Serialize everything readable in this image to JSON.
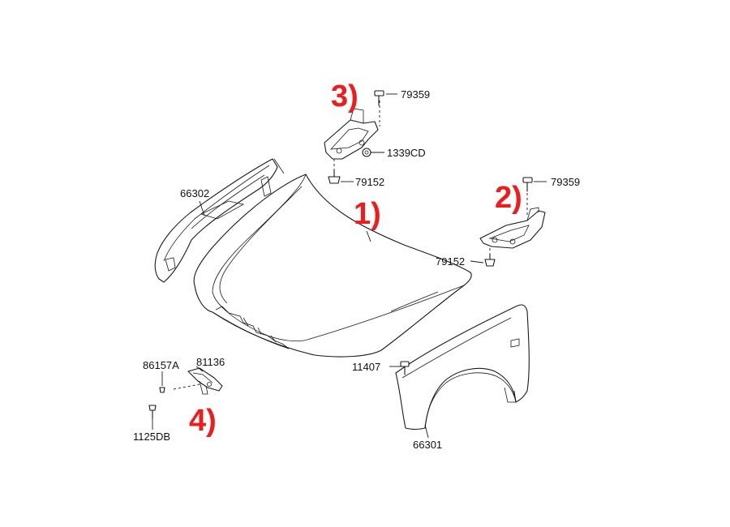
{
  "callouts": {
    "hood": "1)",
    "hinge_right": "2)",
    "hinge_left": "3)",
    "latch": "4)"
  },
  "part_numbers": {
    "bolt_hinge_left_top": "79359",
    "nut_hinge_left": "1339CD",
    "bolt_hinge_left_bottom": "79152",
    "seal_strip": "66302",
    "bolt_hinge_right_top": "79359",
    "bolt_hinge_right_bottom": "79152",
    "cable_clip": "86157A",
    "latch": "81136",
    "latch_bolt": "1125DB",
    "fender_bolt": "11407",
    "fender": "66301"
  },
  "colors": {
    "callout": "#ee1c1c",
    "line": "#1a1a1a",
    "background": "#ffffff"
  }
}
